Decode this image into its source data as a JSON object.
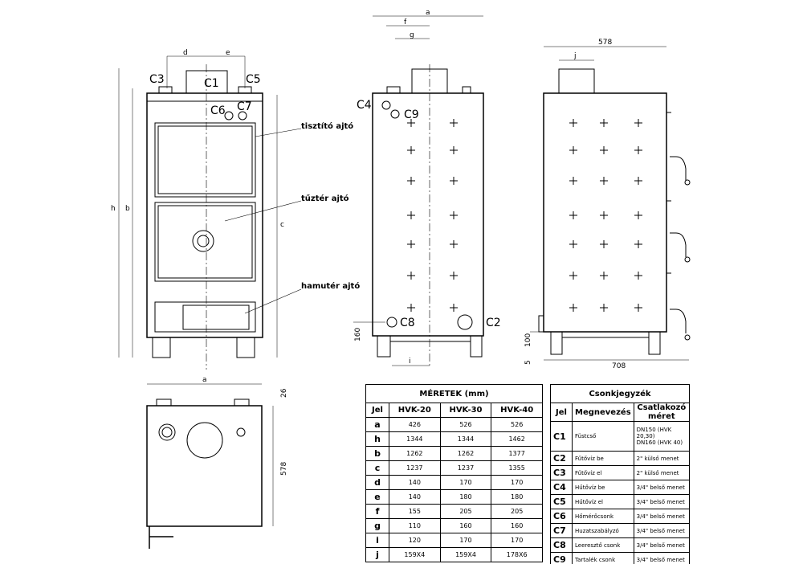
{
  "front_view": {
    "labels": {
      "c1": "C1",
      "c3": "C3",
      "c5": "C5",
      "c6": "C6",
      "c7": "C7"
    },
    "dimensions": {
      "d": "d",
      "e": "e",
      "h": "h",
      "b": "b",
      "c": "c"
    },
    "callouts": {
      "cleaning_door": "tisztító ajtó",
      "firebox_door": "tűztér ajtó",
      "ash_door": "hamutér ajtó"
    }
  },
  "side_view": {
    "labels": {
      "c2": "C2",
      "c4": "C4",
      "c8": "C8",
      "c9": "C9"
    },
    "dimensions": {
      "a": "a",
      "f": "f",
      "g": "g",
      "i": "i",
      "h160": "160"
    }
  },
  "rear_view": {
    "dimensions": {
      "width": "578",
      "j": "j",
      "depth": "708",
      "h100": "100",
      "h5": "5"
    }
  },
  "top_view": {
    "dimensions": {
      "a": "a",
      "h26": "26",
      "depth": "578"
    }
  },
  "dimensions_table": {
    "title": "MÉRETEK (mm)",
    "headers": [
      "Jel",
      "HVK-20",
      "HVK-30",
      "HVK-40"
    ],
    "rows": [
      [
        "a",
        "426",
        "526",
        "526"
      ],
      [
        "h",
        "1344",
        "1344",
        "1462"
      ],
      [
        "b",
        "1262",
        "1262",
        "1377"
      ],
      [
        "c",
        "1237",
        "1237",
        "1355"
      ],
      [
        "d",
        "140",
        "170",
        "170"
      ],
      [
        "e",
        "140",
        "180",
        "180"
      ],
      [
        "f",
        "155",
        "205",
        "205"
      ],
      [
        "g",
        "110",
        "160",
        "160"
      ],
      [
        "i",
        "120",
        "170",
        "170"
      ],
      [
        "j",
        "159X4",
        "159X4",
        "178X6"
      ]
    ]
  },
  "connections_table": {
    "title": "Csonkjegyzék",
    "headers": [
      "Jel",
      "Megnevezés",
      "Csatlakozó méret"
    ],
    "rows": [
      [
        "C1",
        "Füstcső",
        "DN150 (HVK 20,30)",
        "DN160 (HVK 40)"
      ],
      [
        "C2",
        "Fűtővíz be",
        "2\" külső menet"
      ],
      [
        "C3",
        "Fűtővíz el",
        "2\" külső menet"
      ],
      [
        "C4",
        "Hűtővíz be",
        "3/4\" belső menet"
      ],
      [
        "C5",
        "Hűtővíz el",
        "3/4\" belső menet"
      ],
      [
        "C6",
        "Hőmérőcsonk",
        "3/4\" belső menet"
      ],
      [
        "C7",
        "Huzatszabályzó",
        "3/4\" belső menet"
      ],
      [
        "C8",
        "Leeresztő csonk",
        "3/4\" belső menet"
      ],
      [
        "C9",
        "Tartalék csonk",
        "3/4\" belső menet"
      ]
    ]
  }
}
